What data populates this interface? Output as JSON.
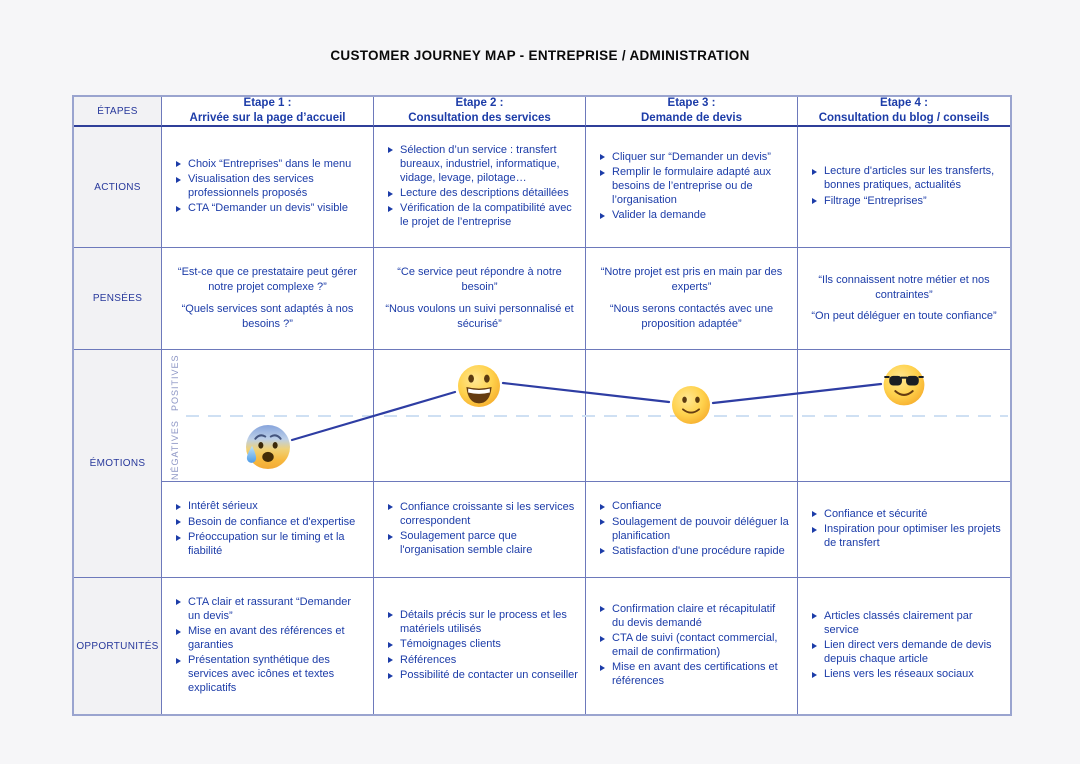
{
  "title": "CUSTOMER JOURNEY MAP - ENTREPRISE / ADMINISTRATION",
  "colors": {
    "text_blue": "#1c3ca8",
    "border_inner": "#6d79bb",
    "border_outer": "#9aa4cf",
    "header_underline": "#2f3f99",
    "label_bg": "#f2f2f4",
    "journey_line": "#2e3da3",
    "neutral_dashed_line": "#cfe0f3",
    "axis_label": "#8d96c5",
    "emoji_yellow": "#ffd24d"
  },
  "row_labels": {
    "etapes": "ÉTAPES",
    "actions": "ACTIONS",
    "pensees": "PENSÉES",
    "emotions": "ÉMOTIONS",
    "opportunites": "OPPORTUNITÉS"
  },
  "emotions_graph": {
    "positive_label": "POSITIVES",
    "negative_label": "NÉGATIVES",
    "points": [
      {
        "stage": 1,
        "emoji": "anxious-face-with-sweat",
        "sentiment": "negative"
      },
      {
        "stage": 2,
        "emoji": "grinning-face",
        "sentiment": "positive"
      },
      {
        "stage": 3,
        "emoji": "slightly-smiling-face",
        "sentiment": "slightly-positive"
      },
      {
        "stage": 4,
        "emoji": "smiling-face-with-sunglasses",
        "sentiment": "positive"
      }
    ]
  },
  "stages": [
    {
      "header_line1": "Étape 1 :",
      "header_line2": "Arrivée sur la page d’accueil",
      "actions": [
        "Choix “Entreprises” dans le menu",
        "Visualisation des services professionnels proposés",
        "CTA “Demander un devis” visible"
      ],
      "thoughts": [
        "“Est-ce que ce prestataire peut gérer notre projet complexe ?”",
        "“Quels services sont adaptés à nos besoins ?”"
      ],
      "feelings": [
        "Intérêt sérieux",
        "Besoin de confiance et d'expertise",
        "Préoccupation sur le timing et la fiabilité"
      ],
      "opportunities": [
        "CTA clair et rassurant “Demander un devis”",
        "Mise en avant des références et garanties",
        "Présentation synthétique des services avec icônes et textes explicatifs"
      ]
    },
    {
      "header_line1": "Étape 2 :",
      "header_line2": "Consultation des services",
      "actions": [
        "Sélection d’un service : transfert bureaux, industriel, informatique, vidage, levage, pilotage…",
        "Lecture des descriptions détaillées",
        "Vérification de la compatibilité avec le projet de l’entreprise"
      ],
      "thoughts": [
        "“Ce service peut répondre à notre besoin”",
        "“Nous voulons un suivi personnalisé et sécurisé”"
      ],
      "feelings": [
        "Confiance croissante si les services correspondent",
        "Soulagement parce que l'organisation semble claire"
      ],
      "opportunities": [
        "Détails précis sur le process et les matériels utilisés",
        "Témoignages clients",
        "Références",
        "Possibilité de contacter un conseiller"
      ]
    },
    {
      "header_line1": "Étape 3 :",
      "header_line2": "Demande de devis",
      "actions": [
        "Cliquer sur “Demander un devis”",
        "Remplir le formulaire adapté aux besoins de l’entreprise ou de l’organisation",
        "Valider la demande"
      ],
      "thoughts": [
        "“Notre projet est pris en main par des experts”",
        "“Nous serons contactés avec une proposition adaptée”"
      ],
      "feelings": [
        "Confiance",
        "Soulagement de pouvoir déléguer la planification",
        "Satisfaction d'une procédure rapide"
      ],
      "opportunities": [
        "Confirmation claire et récapitulatif du devis demandé",
        "CTA de suivi (contact commercial, email de confirmation)",
        "Mise en avant des certifications et références"
      ]
    },
    {
      "header_line1": "Étape 4 :",
      "header_line2": "Consultation du blog / conseils",
      "actions": [
        "Lecture d'articles sur les transferts, bonnes pratiques, actualités",
        "Filtrage “Entreprises”"
      ],
      "thoughts": [
        "“Ils connaissent notre métier et nos contraintes”",
        "“On peut déléguer en toute confiance”"
      ],
      "feelings": [
        "Confiance et sécurité",
        "Inspiration pour optimiser les projets de transfert"
      ],
      "opportunities": [
        "Articles classés clairement par service",
        "Lien direct vers demande de devis depuis chaque article",
        "Liens vers les réseaux sociaux"
      ]
    }
  ]
}
